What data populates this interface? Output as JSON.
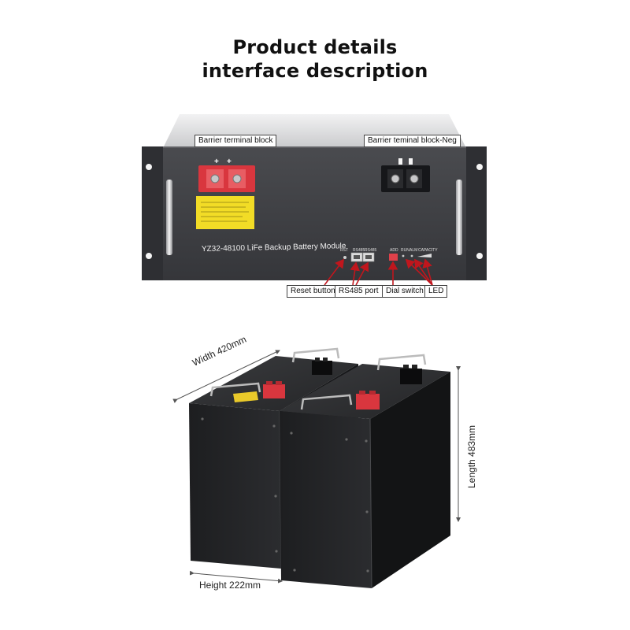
{
  "header": {
    "title_line1": "Product details",
    "title_line2": "interface description"
  },
  "front_panel": {
    "model_text": "YZ32-48100 LiFe Backup Battery Module",
    "port_labels": {
      "rst": "RST",
      "rs485a": "RS485",
      "rs485b": "RS485",
      "add": "ADD",
      "run": "RUN",
      "alm": "ALM",
      "capacity": "CAPACITY"
    },
    "callouts": {
      "barrier_pos": "Barrier terminal block",
      "barrier_neg": "Barrier teminal block-Neg",
      "reset": "Reset button",
      "rs485": "RS485 port",
      "dial": "Dial switch",
      "led": "LED"
    }
  },
  "dimensions": {
    "width": "Width 420mm",
    "length": "Length 483mm",
    "height": "Height 222mm"
  },
  "colors": {
    "panel": "#3f4044",
    "panel_top": "#d8d9db",
    "terminal_red": "#d9363e",
    "warning_label": "#f2dc26",
    "arrow": "#c0161d"
  }
}
